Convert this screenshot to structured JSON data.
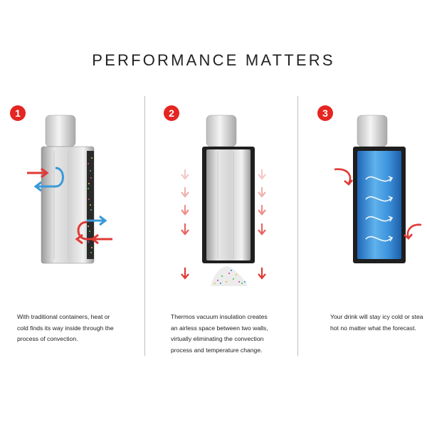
{
  "title": "PERFORMANCE MATTERS",
  "colors": {
    "accent_red": "#e52521",
    "arrow_red": "#e03a36",
    "arrow_blue": "#3a9ad9",
    "water_blue": "#2f86d6"
  },
  "panels": [
    {
      "number": "1",
      "caption": [
        "With traditional containers, heat or",
        "cold finds its way inside through the",
        "process of convection."
      ]
    },
    {
      "number": "2",
      "caption": [
        "Thermos vacuum insulation creates",
        "an airless space between two walls,",
        "virtually eliminating the convection",
        "process and temperature change."
      ]
    },
    {
      "number": "3",
      "caption": [
        "Your drink will stay icy cold or stea",
        "hot no matter what the forecast."
      ]
    }
  ]
}
